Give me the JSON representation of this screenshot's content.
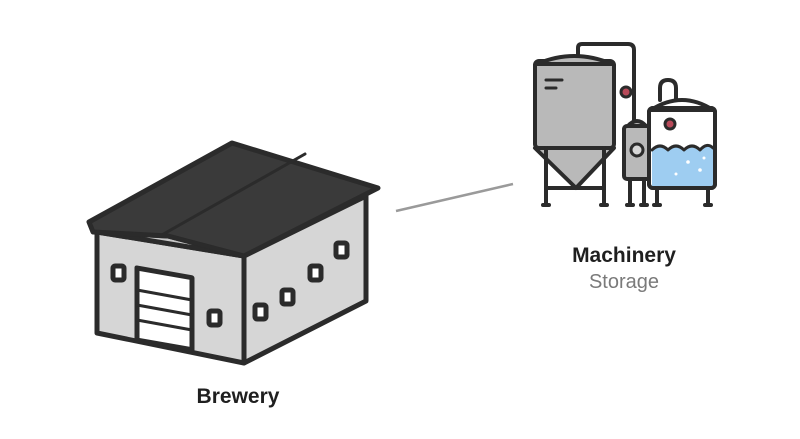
{
  "nodes": {
    "brewery": {
      "title": "Brewery",
      "icon": "warehouse-icon"
    },
    "machinery": {
      "title": "Machinery",
      "subtitle": "Storage",
      "icon": "brewing-tanks-icon"
    }
  },
  "colors": {
    "outline": "#2b2b2b",
    "roof": "#3a3a3a",
    "wall": "#d6d6d6",
    "tank": "#b9b9b9",
    "liquid": "#9ecdf1",
    "valve": "#b84a5a",
    "connector": "#9a9a9a"
  }
}
